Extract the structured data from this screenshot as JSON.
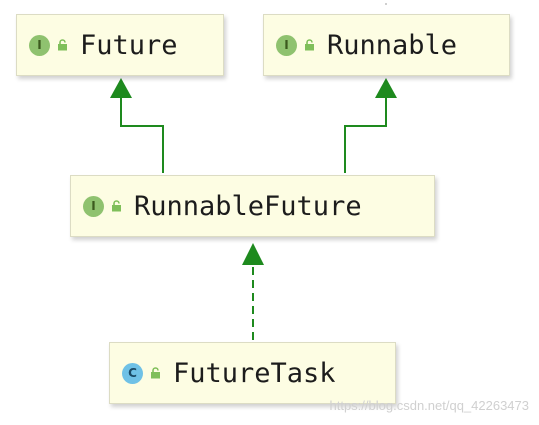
{
  "nodes": {
    "future": {
      "label": "Future",
      "kind": "interface",
      "badge": "I",
      "icon": "interface-icon"
    },
    "runnable": {
      "label": "Runnable",
      "kind": "interface",
      "badge": "I",
      "icon": "interface-icon"
    },
    "runnable_future": {
      "label": "RunnableFuture",
      "kind": "interface",
      "badge": "I",
      "icon": "interface-icon"
    },
    "future_task": {
      "label": "FutureTask",
      "kind": "class",
      "badge": "C",
      "icon": "class-icon"
    }
  },
  "edges": [
    {
      "from": "runnable_future",
      "to": "future",
      "style": "solid",
      "meaning": "extends"
    },
    {
      "from": "runnable_future",
      "to": "runnable",
      "style": "solid",
      "meaning": "extends"
    },
    {
      "from": "future_task",
      "to": "runnable_future",
      "style": "dashed",
      "meaning": "implements"
    }
  ],
  "colors": {
    "edge": "#1e8a1e",
    "node_fill": "#fdfde3",
    "interface_badge": "#8fc26f",
    "class_badge": "#6fc1e6",
    "lock": "#7fbf5a"
  },
  "watermark": "https://blog.csdn.net/qq_42263473"
}
